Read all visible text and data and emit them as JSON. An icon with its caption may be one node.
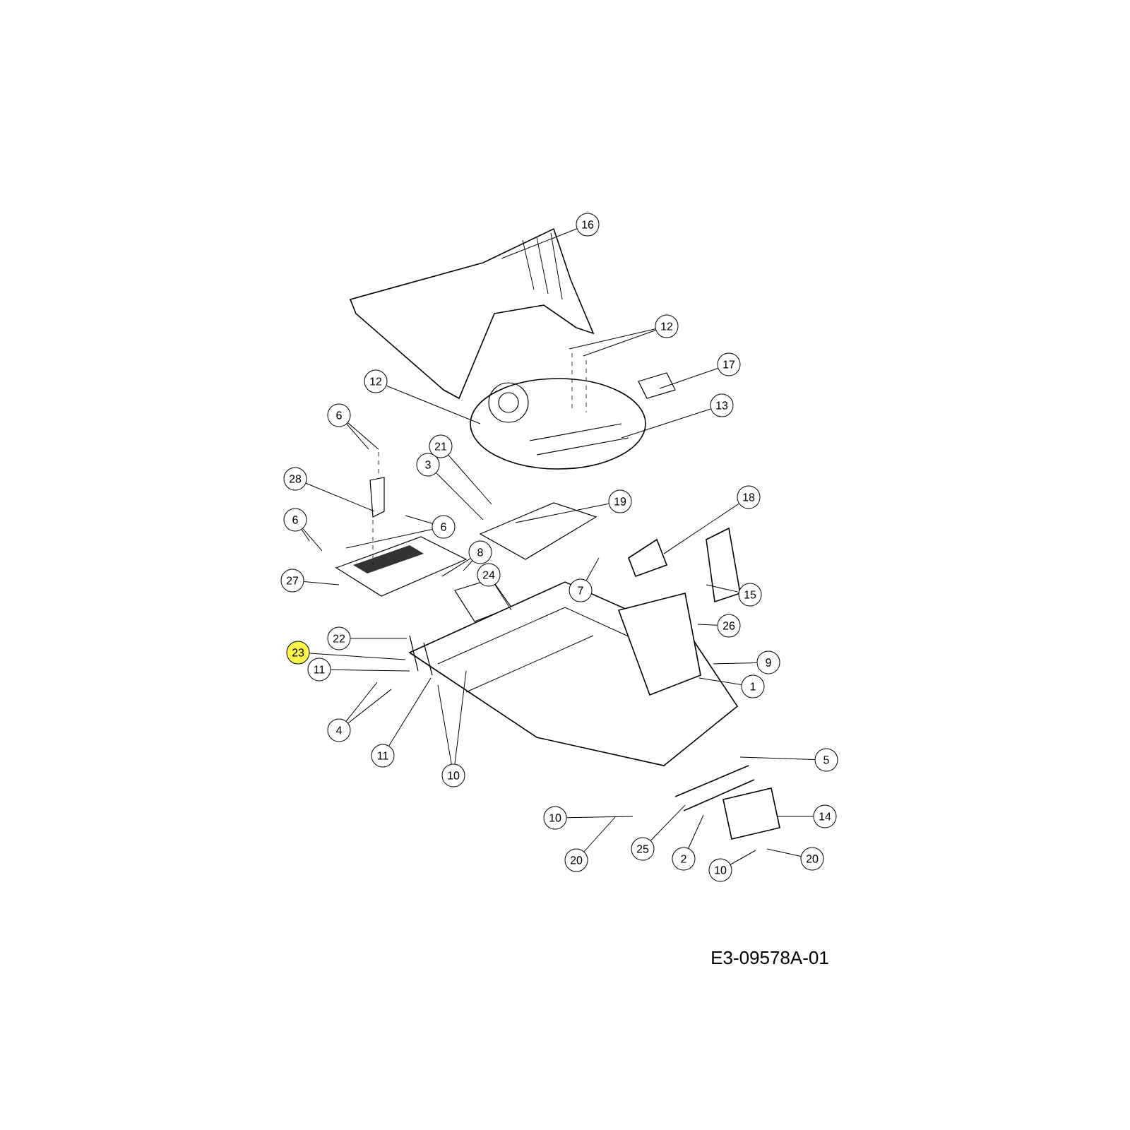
{
  "diagram": {
    "nodes": [
      {
        "text": [
          "16"
        ]
      },
      {
        "text": [
          "12"
        ]
      },
      {
        "text": [
          "17"
        ]
      },
      {
        "text": [
          "12"
        ]
      },
      {
        "text": [
          "13"
        ]
      },
      {
        "text": [
          "6"
        ]
      },
      {
        "text": [
          "21"
        ]
      },
      {
        "text": [
          "3"
        ]
      },
      {
        "text": [
          "28"
        ]
      },
      {
        "text": [
          "18"
        ]
      },
      {
        "text": [
          "19"
        ]
      },
      {
        "text": [
          "6"
        ]
      },
      {
        "text": [
          "6"
        ]
      },
      {
        "text": [
          "8"
        ]
      },
      {
        "text": [
          "24"
        ]
      },
      {
        "text": [
          "27"
        ]
      },
      {
        "text": [
          "7"
        ]
      },
      {
        "text": [
          "15"
        ]
      },
      {
        "text": [
          "26"
        ]
      },
      {
        "text": [
          "22"
        ]
      },
      {
        "text": [
          "23"
        ]
      },
      {
        "text": [
          "9"
        ]
      },
      {
        "text": [
          "11"
        ]
      },
      {
        "text": [
          "1"
        ]
      },
      {
        "text": [
          "4"
        ]
      },
      {
        "text": [
          "11"
        ]
      },
      {
        "text": [
          "5"
        ]
      },
      {
        "text": [
          "10"
        ]
      },
      {
        "text": [
          "10"
        ]
      },
      {
        "text": [
          "14"
        ]
      },
      {
        "text": [
          "25"
        ]
      },
      {
        "text": [
          "2"
        ]
      },
      {
        "text": [
          "20"
        ]
      },
      {
        "text": [
          "20"
        ]
      },
      {
        "text": [
          "10"
        ]
      }
    ],
    "edges": [
      {
        "from": 0,
        "to": null,
        "arrow": "none"
      },
      {
        "from": 1,
        "to": null,
        "arrow": "none"
      },
      {
        "from": 1,
        "to": null,
        "arrow": "none"
      },
      {
        "from": 2,
        "to": null,
        "arrow": "none"
      },
      {
        "from": 3,
        "to": null,
        "arrow": "none"
      },
      {
        "from": 4,
        "to": null,
        "arrow": "none"
      },
      {
        "from": 5,
        "to": null,
        "arrow": "none"
      },
      {
        "from": 5,
        "to": null,
        "arrow": "none"
      },
      {
        "from": 6,
        "to": null,
        "arrow": "none"
      },
      {
        "from": 7,
        "to": null,
        "arrow": "none"
      },
      {
        "from": 8,
        "to": null,
        "arrow": "none"
      },
      {
        "from": 9,
        "to": null,
        "arrow": "none"
      },
      {
        "from": 10,
        "to": null,
        "arrow": "none"
      },
      {
        "from": 11,
        "to": null,
        "arrow": "none"
      },
      {
        "from": 11,
        "to": null,
        "arrow": "none"
      },
      {
        "from": 12,
        "to": null,
        "arrow": "none"
      },
      {
        "from": 12,
        "to": null,
        "arrow": "none"
      },
      {
        "from": 13,
        "to": null,
        "arrow": "none"
      },
      {
        "from": 13,
        "to": null,
        "arrow": "none"
      },
      {
        "from": 14,
        "to": null,
        "arrow": "none"
      },
      {
        "from": 15,
        "to": null,
        "arrow": "none"
      },
      {
        "from": 16,
        "to": null,
        "arrow": "none"
      },
      {
        "from": 17,
        "to": null,
        "arrow": "none"
      },
      {
        "from": 18,
        "to": null,
        "arrow": "none"
      },
      {
        "from": 19,
        "to": null,
        "arrow": "none"
      },
      {
        "from": 20,
        "to": null,
        "arrow": "none"
      },
      {
        "from": 21,
        "to": null,
        "arrow": "none"
      },
      {
        "from": 22,
        "to": null,
        "arrow": "none"
      },
      {
        "from": 23,
        "to": null,
        "arrow": "none"
      },
      {
        "from": 24,
        "to": null,
        "arrow": "none"
      },
      {
        "from": 24,
        "to": null,
        "arrow": "none"
      },
      {
        "from": 25,
        "to": null,
        "arrow": "none"
      },
      {
        "from": 26,
        "to": null,
        "arrow": "none"
      },
      {
        "from": 27,
        "to": null,
        "arrow": "none"
      },
      {
        "from": 27,
        "to": null,
        "arrow": "none"
      },
      {
        "from": 28,
        "to": null,
        "arrow": "none"
      },
      {
        "from": 29,
        "to": null,
        "arrow": "none"
      },
      {
        "from": 30,
        "to": null,
        "arrow": "none"
      },
      {
        "from": 31,
        "to": null,
        "arrow": "none"
      },
      {
        "from": 32,
        "to": null,
        "arrow": "none"
      },
      {
        "from": 33,
        "to": null,
        "arrow": "none"
      },
      {
        "from": 34,
        "to": null,
        "arrow": "none"
      }
    ],
    "labels": [
      "E3-09578A-01"
    ]
  }
}
